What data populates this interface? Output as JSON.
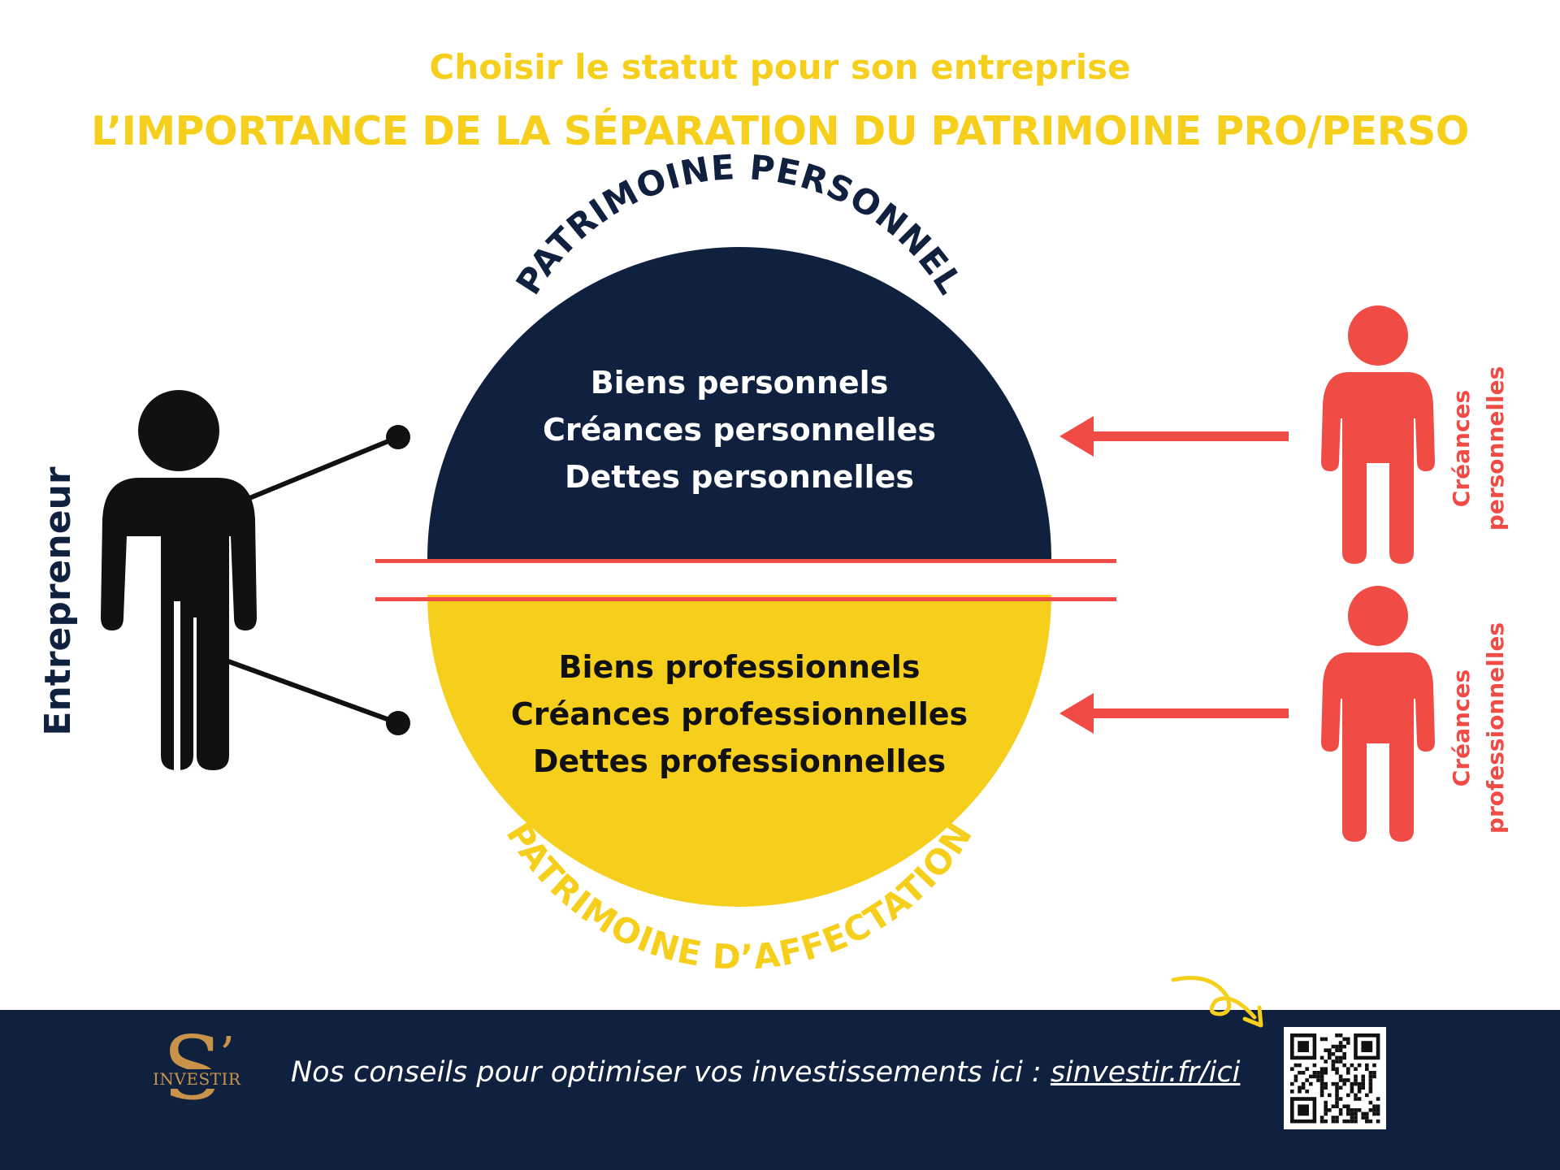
{
  "header": {
    "subtitle": "Choisir le statut pour son entreprise",
    "title": "L’IMPORTANCE DE LA SÉPARATION DU PATRIMOINE PRO/PERSO"
  },
  "diagram": {
    "top_arc_label": "PATRIMOINE PERSONNEL",
    "bottom_arc_label": "PATRIMOINE D’AFFECTATION",
    "personal_items": [
      "Biens personnels",
      "Créances personnelles",
      "Dettes personnelles"
    ],
    "professional_items": [
      "Biens professionnels",
      "Créances professionnelles",
      "Dettes professionnelles"
    ],
    "entrepreneur_label": "Entrepreneur",
    "creditor_personal_label": [
      "Créances",
      "personnelles"
    ],
    "creditor_professional_label": [
      "Créances",
      "professionnelles"
    ]
  },
  "footer": {
    "logo_word": "INVESTIR",
    "logo_letter": "S",
    "text": "Nos conseils pour optimiser vos investissements ici : ",
    "link": "sinvestir.fr/ici"
  },
  "colors": {
    "navy": "#10213f",
    "yellow": "#f6cf1c",
    "red": "#f04b45",
    "black": "#111111",
    "gold": "#c9944a"
  },
  "icons": [
    "entrepreneur-person-icon",
    "creditor-person-icon",
    "arrow-left-icon",
    "curly-arrow-icon",
    "qr-code-icon"
  ]
}
